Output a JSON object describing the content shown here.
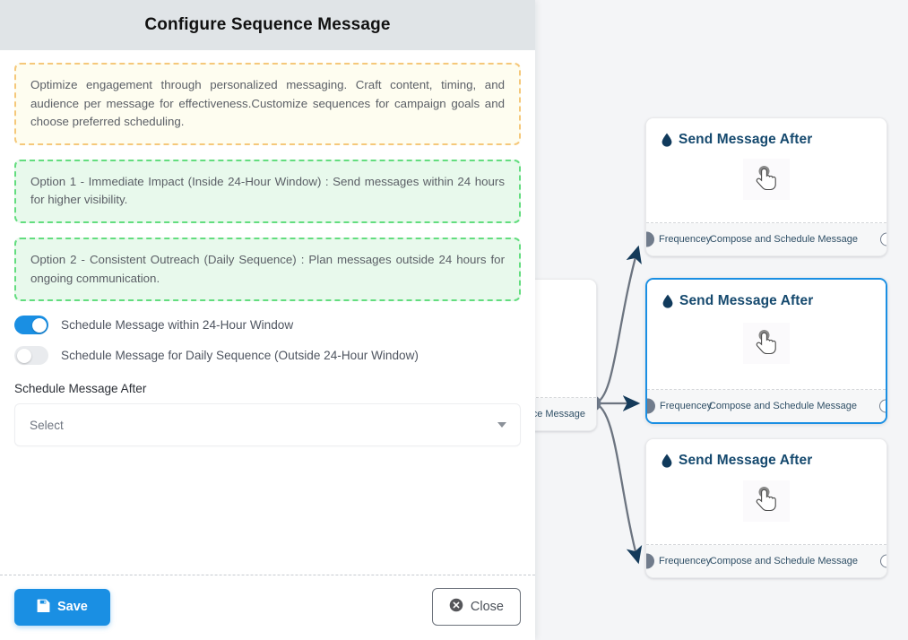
{
  "dialog": {
    "title": "Configure Sequence Message",
    "alerts": [
      {
        "kind": "warning",
        "text": "Optimize engagement through personalized messaging. Craft content, timing, and audience per message for effectiveness.Customize sequences for campaign goals and choose preferred scheduling."
      },
      {
        "kind": "success",
        "text": "Option 1 - Immediate Impact (Inside 24-Hour Window) : Send messages within 24 hours for higher visibility."
      },
      {
        "kind": "success",
        "text": "Option 2 - Consistent Outreach (Daily Sequence) : Plan messages outside 24 hours for ongoing communication."
      }
    ],
    "toggles": [
      {
        "label": "Schedule Message within 24-Hour Window",
        "state": "on"
      },
      {
        "label": "Schedule Message for Daily Sequence (Outside 24-Hour Window)",
        "state": "off"
      }
    ],
    "schedule_field": {
      "label": "Schedule Message After",
      "value": "Select",
      "placeholder": "Select"
    },
    "footer": {
      "save_label": "Save",
      "close_label": "Close"
    }
  },
  "canvas": {
    "nodes": [
      {
        "title": "Send Message After",
        "footer_left": "Frequencey",
        "footer_right": "Compose and Schedule Message",
        "selected": false
      },
      {
        "title": "Send Message After",
        "footer_left": "Frequencey",
        "footer_right": "Compose and Schedule Message",
        "selected": true
      },
      {
        "title": "Send Message After",
        "footer_left": "Frequencey",
        "footer_right": "Compose and Schedule Message",
        "selected": false
      }
    ],
    "partial_node": {
      "footer_right": "ce Message"
    }
  },
  "colors": {
    "accent_blue": "#1a8fe3",
    "node_title": "#15496e",
    "edge_gray": "#6c7480",
    "arrow_navy": "#143a5a",
    "warning_border": "#f5c87a",
    "warning_bg": "#fefdf0",
    "success_border": "#63dd7f",
    "success_bg": "#e8f9ec",
    "canvas_bg": "#f4f5f7",
    "header_bg": "#e0e4e7"
  }
}
